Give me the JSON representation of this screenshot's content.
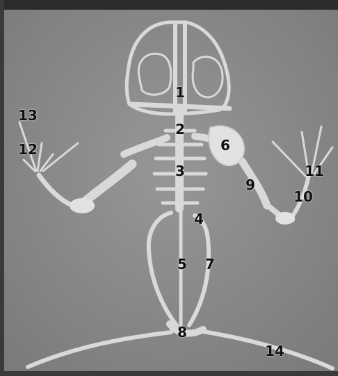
{
  "image": {
    "subject": "frog-skeleton",
    "colors": {
      "background": "#8a8a8a",
      "bone": "#e6e6e6",
      "top_bar": "#2c2c2c"
    }
  },
  "labels": [
    {
      "id": "l1",
      "text": "1"
    },
    {
      "id": "l2",
      "text": "2"
    },
    {
      "id": "l3",
      "text": "3"
    },
    {
      "id": "l4",
      "text": "4"
    },
    {
      "id": "l5",
      "text": "5"
    },
    {
      "id": "l6",
      "text": "6"
    },
    {
      "id": "l7",
      "text": "7"
    },
    {
      "id": "l8",
      "text": "8"
    },
    {
      "id": "l9",
      "text": "9"
    },
    {
      "id": "l10",
      "text": "10"
    },
    {
      "id": "l11",
      "text": "11"
    },
    {
      "id": "l12",
      "text": "12"
    },
    {
      "id": "l13",
      "text": "13"
    },
    {
      "id": "l14",
      "text": "14"
    }
  ]
}
